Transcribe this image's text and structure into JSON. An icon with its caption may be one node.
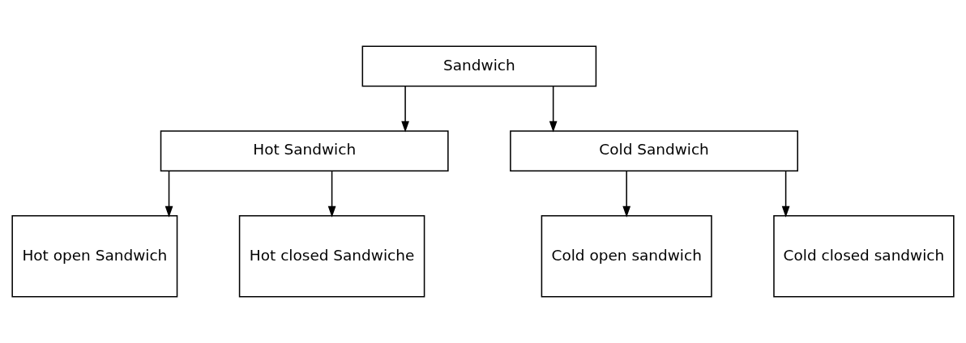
{
  "diagram": {
    "nodes": [
      {
        "text": [
          "Sandwich"
        ]
      },
      {
        "text": [
          "Hot Sandwich"
        ]
      },
      {
        "text": [
          "Cold Sandwich"
        ]
      },
      {
        "text": [
          "Hot open Sandwich"
        ]
      },
      {
        "text": [
          "Hot closed Sandwiche"
        ]
      },
      {
        "text": [
          "Cold open sandwich"
        ]
      },
      {
        "text": [
          "Cold closed sandwich"
        ]
      }
    ],
    "edges": [
      {
        "from": 0,
        "to": 1,
        "arrow": "to"
      },
      {
        "from": 0,
        "to": 2,
        "arrow": "to"
      },
      {
        "from": 1,
        "to": 3,
        "arrow": "to"
      },
      {
        "from": 1,
        "to": 4,
        "arrow": "to"
      },
      {
        "from": 2,
        "to": 5,
        "arrow": "to"
      },
      {
        "from": 2,
        "to": 6,
        "arrow": "to"
      }
    ]
  }
}
